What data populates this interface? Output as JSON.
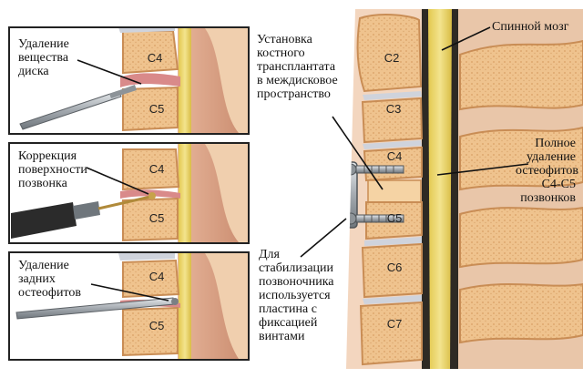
{
  "panels": [
    {
      "label": "Удаление\nвещества\nдиска",
      "upper": "C4",
      "lower": "C5"
    },
    {
      "label": "Коррекция\nповерхности\nпозвонка",
      "upper": "C4",
      "lower": "C5"
    },
    {
      "label": "Удаление\nзадних\nостеофитов",
      "upper": "C4",
      "lower": "C5"
    }
  ],
  "callouts": {
    "graft": "Установка\nкостного\nтрансплантата\nв междисковое\nпространство",
    "spinal_cord": "Спинной мозг",
    "osteophytes": "Полное\nудаление\nостеофитов\nC4-C5\nпозвонков",
    "plate": "Для\nстабилизации\nпозвоночника\nиспользуется\nпластина с\nфиксацией\nвинтами"
  },
  "vertebrae": [
    "C2",
    "C3",
    "C4",
    "C5",
    "C6",
    "C7"
  ],
  "colors": {
    "bone": "#efc38e",
    "bone_edge": "#c98d55",
    "disc": "#cfd3dc",
    "cord": "#e9d76a",
    "soft_tissue": "#d9a489",
    "panel_border": "#222222",
    "instrument": "#9ea3a8",
    "handle": "#2b2b2b"
  }
}
